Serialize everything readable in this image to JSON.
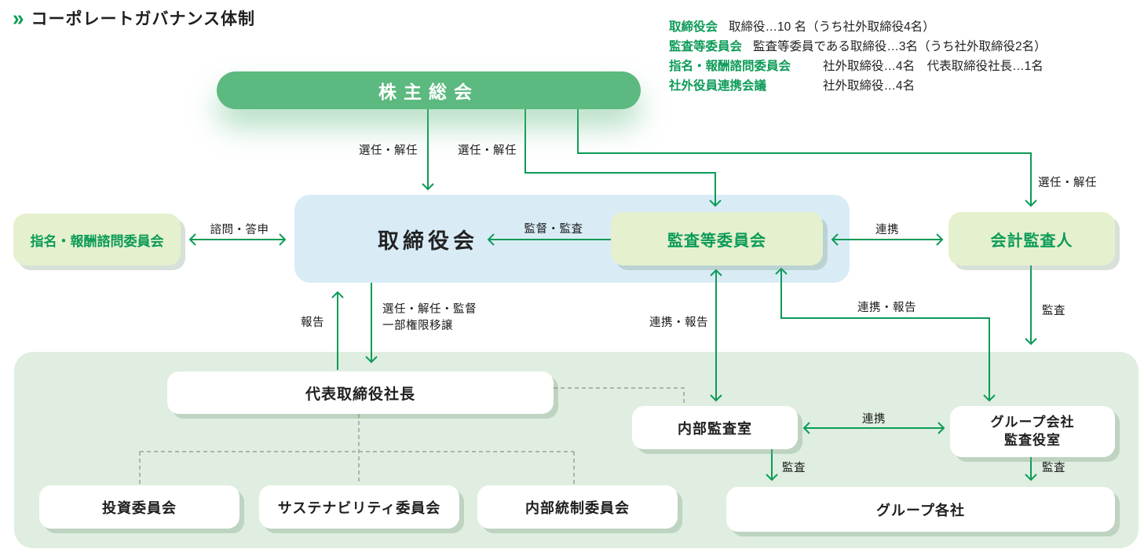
{
  "title": {
    "chevron": "»",
    "text": "コーポレートガバナンス体制"
  },
  "legend": {
    "rows": [
      {
        "label": "取締役会",
        "value": "取締役…10 名（うち社外取締役4名）"
      },
      {
        "label": "監査等委員会",
        "value": "監査等委員である取締役…3名（うち社外取締役2名）"
      },
      {
        "label": "指名・報酬諮問委員会",
        "value": "社外取締役…4名　代表取締役社長…1名"
      },
      {
        "label": "社外役員連携会議",
        "value": "社外取締役…4名"
      }
    ]
  },
  "nodes": {
    "shareholders": {
      "label": "株主総会"
    },
    "board": {
      "label": "取締役会"
    },
    "audit_committee": {
      "label": "監査等委員会"
    },
    "nomination_committee": {
      "label": "指名・報酬諮問委員会"
    },
    "accounting_auditor": {
      "label": "会計監査人"
    },
    "president": {
      "label": "代表取締役社長"
    },
    "internal_audit_office": {
      "label": "内部監査室"
    },
    "group_audit_office": {
      "line1": "グループ会社",
      "line2": "監査役室"
    },
    "investment_committee": {
      "label": "投資委員会"
    },
    "sustainability_committee": {
      "label": "サステナビリティ委員会"
    },
    "internal_control_committee": {
      "label": "内部統制委員会"
    },
    "group_companies": {
      "label": "グループ各社"
    }
  },
  "edges": {
    "appoint_dismiss_left": "選任・解任",
    "appoint_dismiss_mid": "選任・解任",
    "appoint_dismiss_right": "選任・解任",
    "supervise_audit": "監督・監査",
    "consult_report": "諮問・答申",
    "cooperate_top": "連携",
    "report": "報告",
    "appoint_supervise_line1": "選任・解任・監督",
    "appoint_supervise_line2": "一部権限移譲",
    "cooperate_report_left": "連携・報告",
    "cooperate_report_right": "連携・報告",
    "audit_accounting": "監査",
    "audit_internal": "監査",
    "cooperate_bottom": "連携",
    "audit_group": "監査"
  },
  "colors": {
    "accent_green": "#0c9b57",
    "solid_green_box": "#5cb97f",
    "light_green_box": "#e5f0ce",
    "blue_container": "#d9ecf6",
    "green_container": "#dfeee0"
  }
}
